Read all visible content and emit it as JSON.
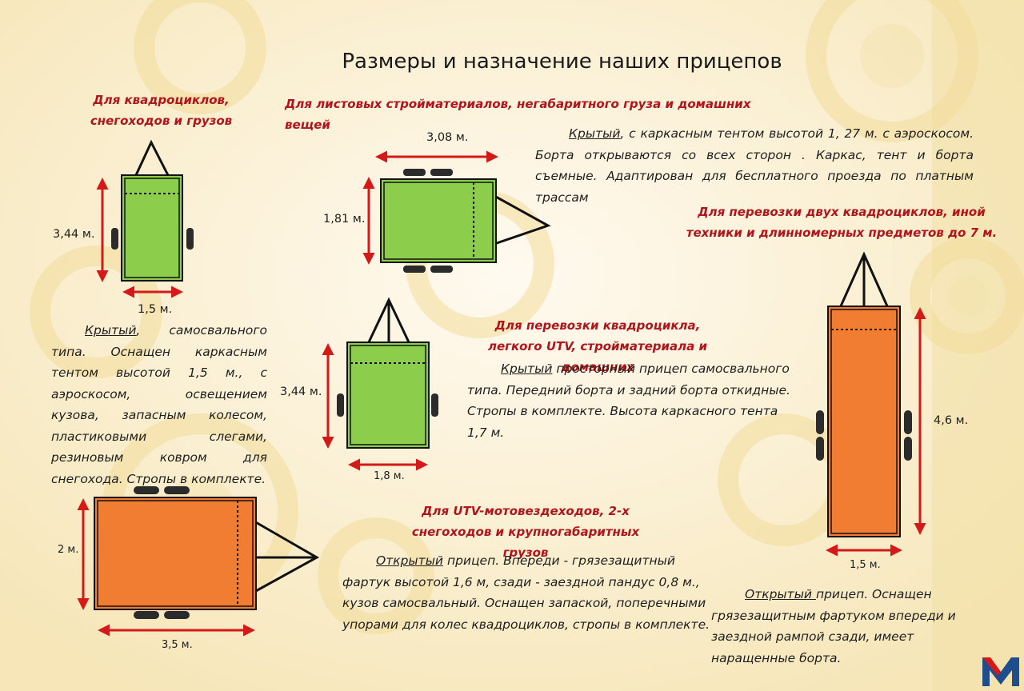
{
  "title": "Размеры и назначение наших прицепов",
  "colors": {
    "green_body": "#8ccd4b",
    "orange_body": "#f07d32",
    "arrow_red": "#d51919",
    "heading_red": "#b3141b",
    "background": "#fbf2d8"
  },
  "trailers": [
    {
      "heading": "Для квадроциклов, снегоходов и грузов",
      "kw": "Крытый",
      "desc": ", самосвального типа. Оснащен каркасным тентом высотой 1,5 м., с аэроскосом, освещением кузова, запасным колесом, пластиковыми слегами, резиновым ковром для снегохода. Стропы в комплекте.",
      "length": "3,44  м.",
      "width": "1,5 м."
    },
    {
      "heading": "Для листовых стройматериалов, негабаритного груза и домашних вещей",
      "kw": "Крытый",
      "desc": ", с каркасным тентом высотой 1, 27 м. с аэроскосом. Борта открываются со всех сторон . Каркас, тент и  борта съемные. Адаптирован для бесплатного проезда по платным трассам",
      "length": "3,08 м.",
      "width": "1,81 м."
    },
    {
      "heading": "Для перевозки квадроцикла, легкого UTV, стройматериала и домашних",
      "kw": "Крытый",
      "desc": " просторный прицеп самосвального типа. Передний борта и задний борта откидные. Стропы в комплекте. Высота каркасного тента 1,7 м.",
      "length": "3,44  м.",
      "width": "1,8 м."
    },
    {
      "heading": "Для UTV-мотовездеходов, 2-х снегоходов и крупногабаритных грузов",
      "kw": "Открытый",
      "desc": " прицеп. Впереди - грязезащитный фартук высотой 1,6 м, сзади - заездной пандус 0,8 м., кузов самосвальный. Оснащен запаской, поперечными упорами для колес квадроциклов, стропы в комплекте.",
      "length": "3,5 м.",
      "width": "2 м."
    },
    {
      "heading": "Для перевозки двух квадроциклов, иной техники и длинномерных предметов до 7 м.",
      "kw": "Открытый ",
      "desc": "прицеп. Оснащен грязезащитным фартуком впереди и заездной рампой сзади, имеет наращенные борта.",
      "length": "4,6 м.",
      "width": "1,5 м."
    }
  ]
}
